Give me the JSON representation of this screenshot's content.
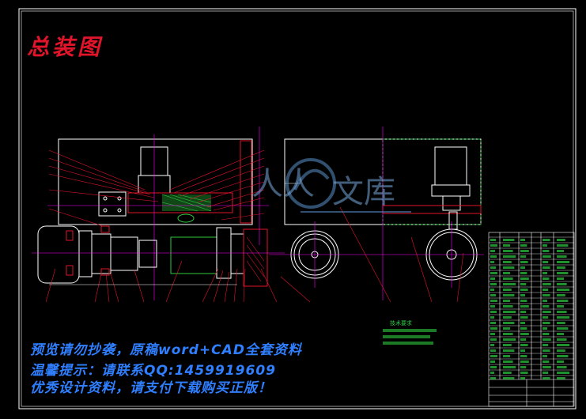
{
  "drawing": {
    "title": "总装图",
    "tech_req_title": "技术要求"
  },
  "notices": {
    "line1": "预览请勿抄袭，原稿word+CAD全套资料",
    "line2": "温馨提示：请联系QQ:1459919609",
    "line3": "优秀设计资料，请支付下载购买正版！"
  },
  "watermark": {
    "text1": "人人",
    "text2": "文库"
  },
  "colors": {
    "background": "#000000",
    "frame": "#ffffff",
    "red_line": "#e0142a",
    "magenta_line": "#ff00ff",
    "green_line": "#2ecc40",
    "notice_blue": "#2f7fff"
  }
}
